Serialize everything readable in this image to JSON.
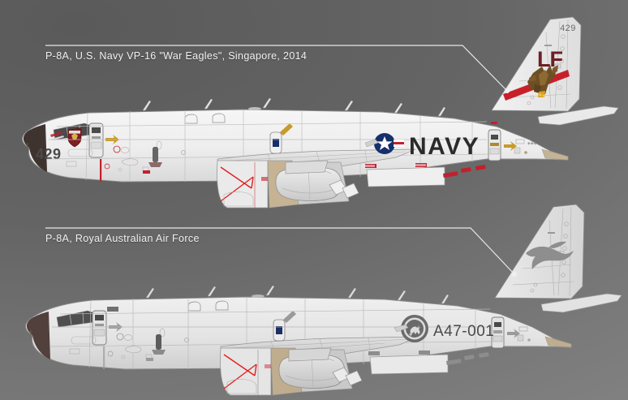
{
  "scene": {
    "title": "P-8A Poseidon side-profile illustration plate",
    "background_top_color": "#5a5a5a",
    "background_bottom_color": "#868686"
  },
  "profiles": [
    {
      "id": "navy",
      "caption": "P-8A, U.S. Navy VP-16 \"War Eagles\", Singapore, 2014",
      "caption_color": "#f2f2f2",
      "nose_number": "429",
      "tail_number": "429",
      "tail_code": "LF",
      "tail_code_color": "#6e1f24",
      "service_title": "NAVY",
      "service_title_color": "#2b2b2b",
      "tail_stripe_color": "#c8202a",
      "eagle_color": "#7a5a2e",
      "roundel_blue": "#15306b",
      "roundel_red": "#c2202e",
      "squadron_badge_color": "#7e1d24",
      "airframe_color": "#ececec",
      "radome_color": "#3f3330",
      "tailcone_color": "#c6b393"
    },
    {
      "id": "raaf",
      "caption": "P-8A, Royal Australian Air Force",
      "caption_color": "#f2f2f2",
      "serial": "A47-001",
      "serial_color": "#4a4a4a",
      "roundel_color": "#5f5f5f",
      "roundel_symbol": "kangaroo",
      "tail_emblem": "wedge-tailed-eagle",
      "tail_emblem_color": "#8e8e8e",
      "airframe_color": "#e4e4e4",
      "radome_color": "#51403b",
      "tailcone_color": "#c0ad8d"
    }
  ],
  "markings": {
    "warning_placard_color": "#c2202e",
    "bay_cross_color": "#e02020",
    "door_outline_color": "#9a9a9a",
    "antenna_color": "#d8d8d8",
    "leader_line_color": "#e8e8e8"
  }
}
